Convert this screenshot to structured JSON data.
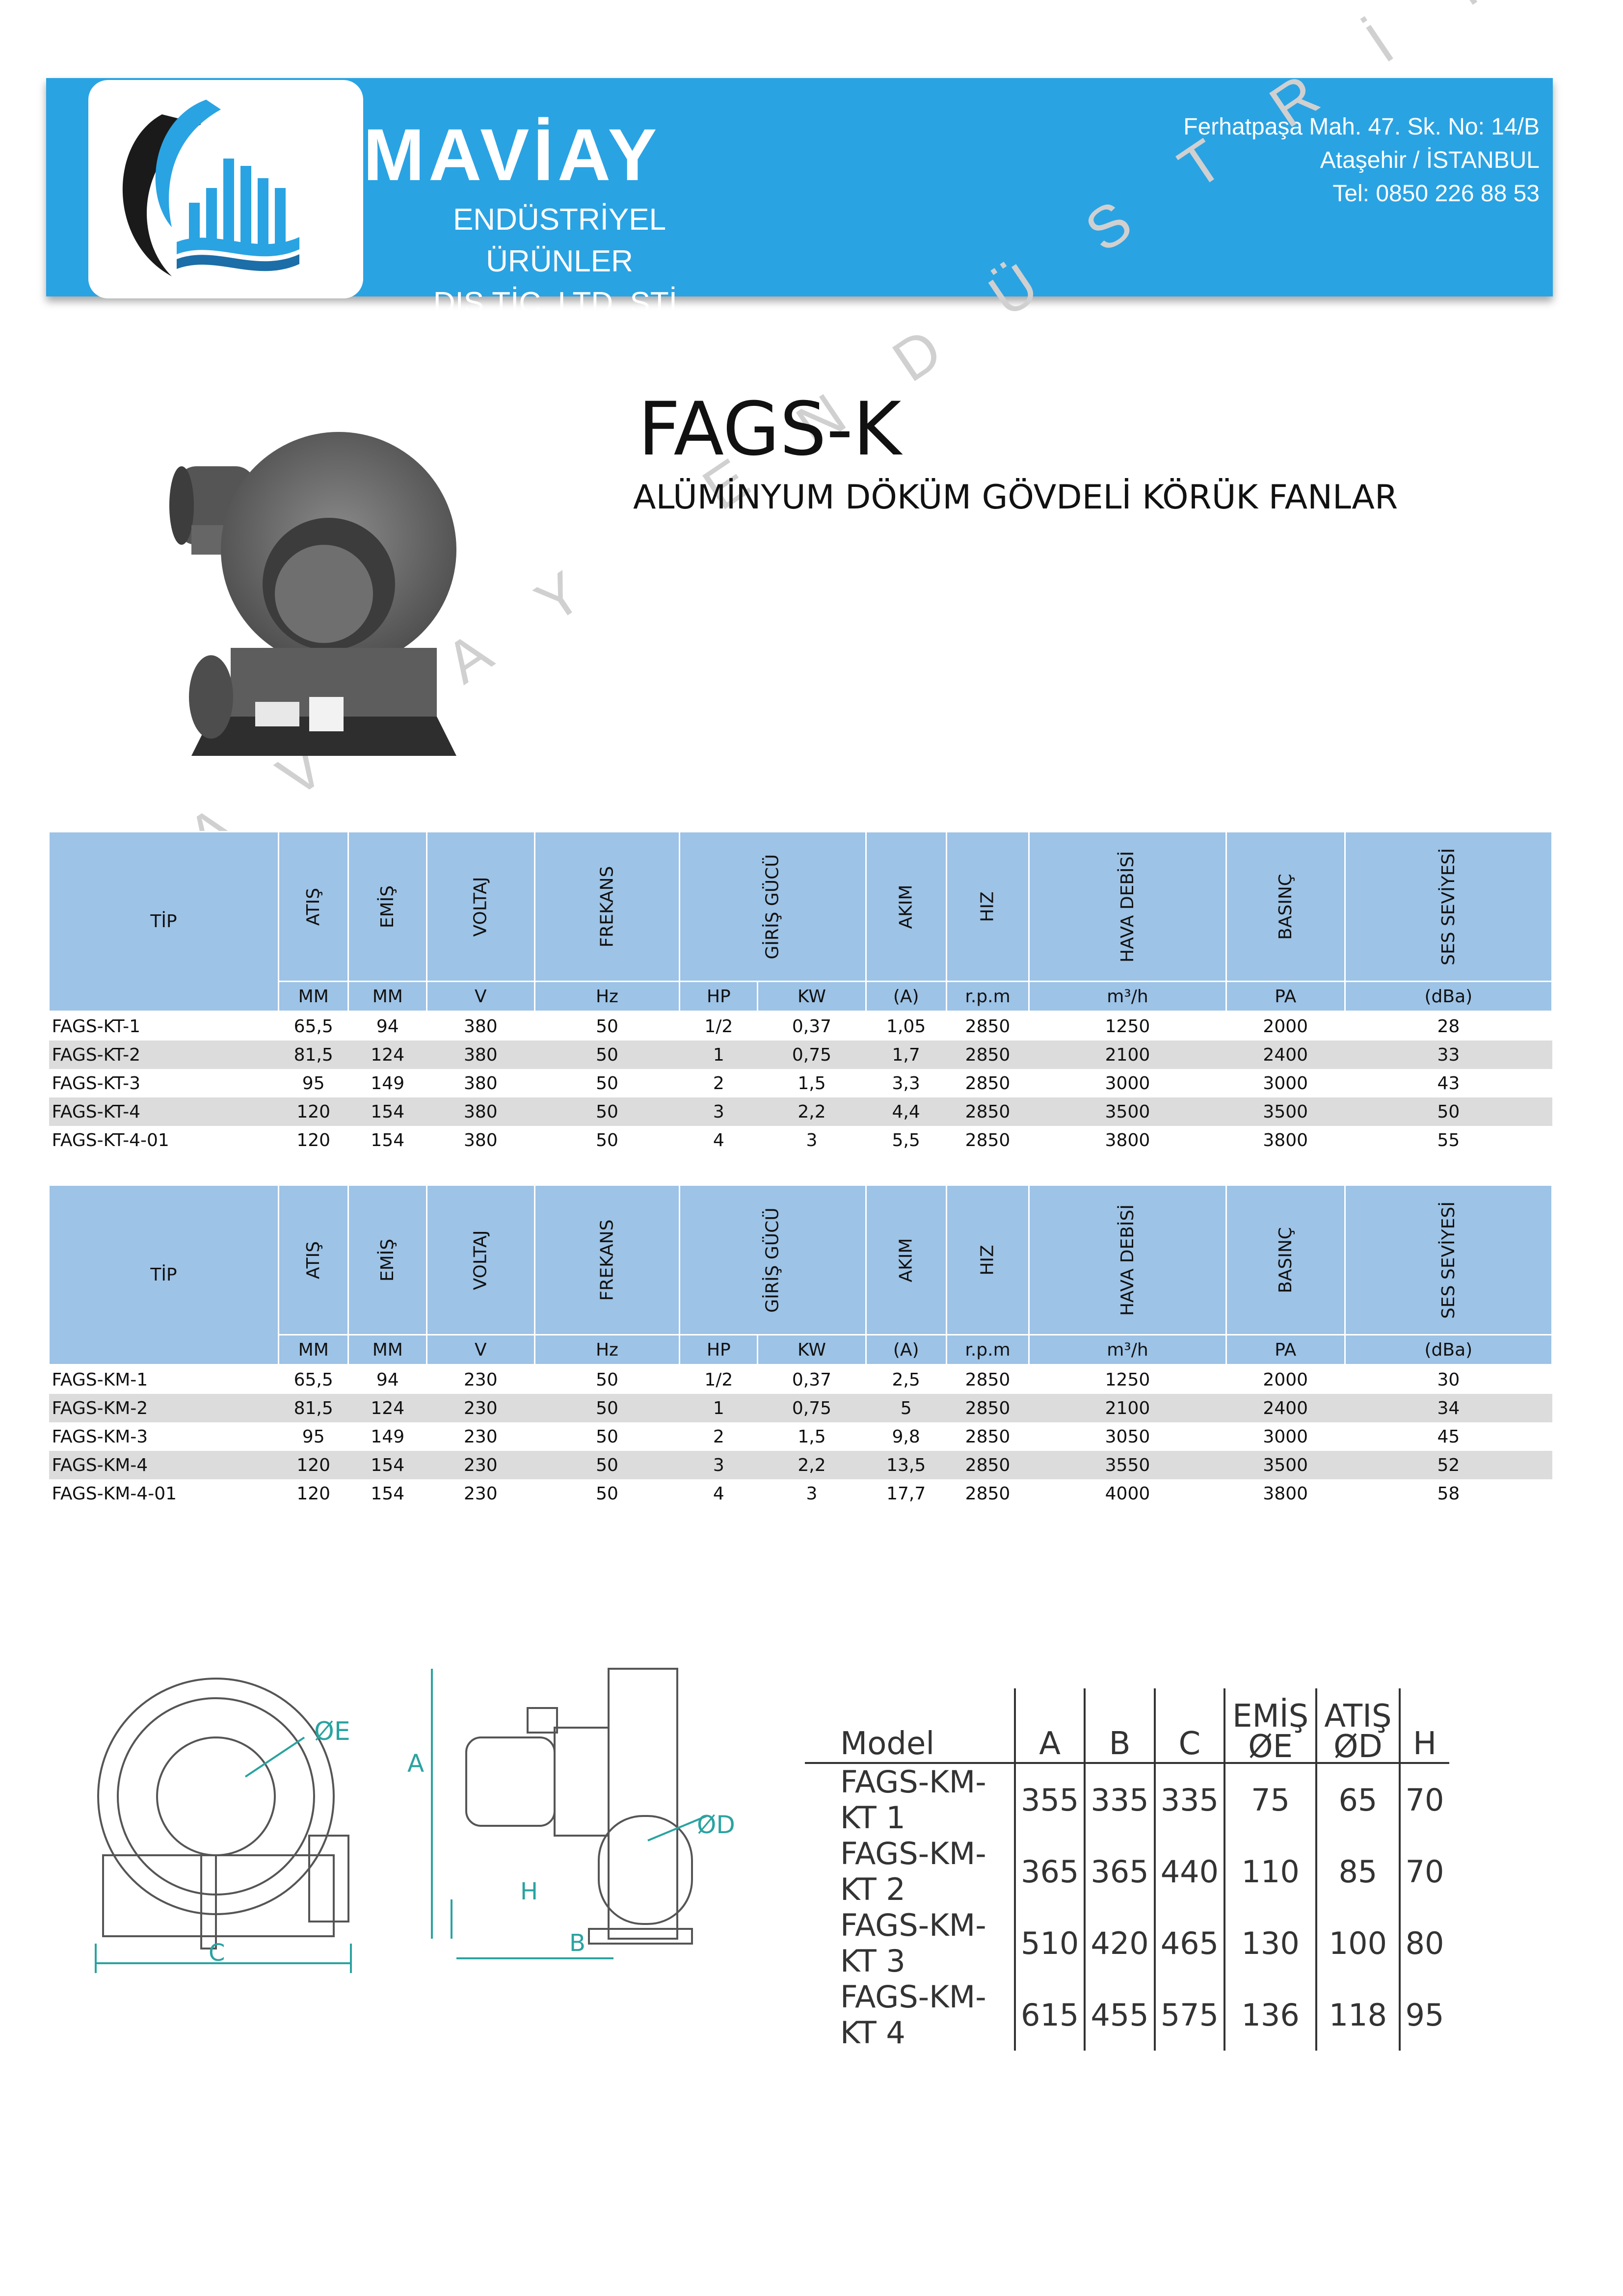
{
  "company": {
    "brand": "MAVİAY",
    "sub1": "ENDÜSTRİYEL ÜRÜNLER",
    "sub2": "DIŞ TİC. LTD. ŞTİ.",
    "address1": "Ferhatpaşa Mah. 47. Sk. No: 14/B",
    "address2": "Ataşehir / İSTANBUL",
    "phone": "Tel: 0850 226 88 53",
    "watermark": "MAVİAY ENDÜSTRİYEL"
  },
  "product": {
    "title": "FAGS-K",
    "subtitle": "ALÜMİNYUM DÖKÜM GÖVDELİ KÖRÜK FANLAR"
  },
  "spec_headers": [
    "TİP",
    "ATIŞ",
    "EMİŞ",
    "VOLTAJ",
    "FREKANS",
    "GİRİŞ GÜCÜ",
    "AKIM",
    "HIZ",
    "HAVA DEBİSİ",
    "BASINÇ",
    "SES SEVİYESİ"
  ],
  "spec_units": [
    "MM",
    "MM",
    "V",
    "Hz",
    "HP",
    "KW",
    "(A)",
    "r.p.m",
    "m³/h",
    "PA",
    "(dBa)"
  ],
  "table_kt": [
    [
      "FAGS-KT-1",
      "65,5",
      "94",
      "380",
      "50",
      "1/2",
      "0,37",
      "1,05",
      "2850",
      "1250",
      "2000",
      "28"
    ],
    [
      "FAGS-KT-2",
      "81,5",
      "124",
      "380",
      "50",
      "1",
      "0,75",
      "1,7",
      "2850",
      "2100",
      "2400",
      "33"
    ],
    [
      "FAGS-KT-3",
      "95",
      "149",
      "380",
      "50",
      "2",
      "1,5",
      "3,3",
      "2850",
      "3000",
      "3000",
      "43"
    ],
    [
      "FAGS-KT-4",
      "120",
      "154",
      "380",
      "50",
      "3",
      "2,2",
      "4,4",
      "2850",
      "3500",
      "3500",
      "50"
    ],
    [
      "FAGS-KT-4-01",
      "120",
      "154",
      "380",
      "50",
      "4",
      "3",
      "5,5",
      "2850",
      "3800",
      "3800",
      "55"
    ]
  ],
  "table_km": [
    [
      "FAGS-KM-1",
      "65,5",
      "94",
      "230",
      "50",
      "1/2",
      "0,37",
      "2,5",
      "2850",
      "1250",
      "2000",
      "30"
    ],
    [
      "FAGS-KM-2",
      "81,5",
      "124",
      "230",
      "50",
      "1",
      "0,75",
      "5",
      "2850",
      "2100",
      "2400",
      "34"
    ],
    [
      "FAGS-KM-3",
      "95",
      "149",
      "230",
      "50",
      "2",
      "1,5",
      "9,8",
      "2850",
      "3050",
      "3000",
      "45"
    ],
    [
      "FAGS-KM-4",
      "120",
      "154",
      "230",
      "50",
      "3",
      "2,2",
      "13,5",
      "2850",
      "3550",
      "3500",
      "52"
    ],
    [
      "FAGS-KM-4-01",
      "120",
      "154",
      "230",
      "50",
      "4",
      "3",
      "17,7",
      "2850",
      "4000",
      "3800",
      "58"
    ]
  ],
  "diagram_labels": {
    "E": "ØE",
    "C": "C",
    "A": "A",
    "D": "ØD",
    "H": "H",
    "B": "B"
  },
  "dims_headers": [
    "Model",
    "A",
    "B",
    "C",
    "EMİŞ ØE",
    "ATIŞ ØD",
    "H"
  ],
  "dims_rows": [
    [
      "FAGS-KM- KT 1",
      "355",
      "335",
      "335",
      "75",
      "65",
      "70"
    ],
    [
      "FAGS-KM- KT 2",
      "365",
      "365",
      "440",
      "110",
      "85",
      "70"
    ],
    [
      "FAGS-KM- KT 3",
      "510",
      "420",
      "465",
      "130",
      "100",
      "80"
    ],
    [
      "FAGS-KM- KT 4",
      "615",
      "455",
      "575",
      "136",
      "118",
      "95"
    ]
  ],
  "colors": {
    "banner": "#2aa3e3",
    "table_header": "#9dc3e6",
    "row_shade": "#dcdcdc"
  }
}
